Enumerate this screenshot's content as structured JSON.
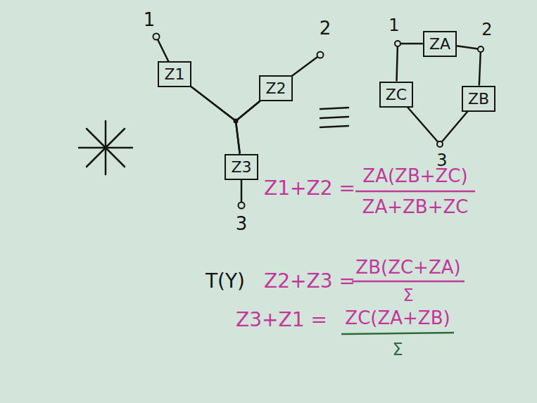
{
  "diagram": {
    "nodes": [
      {
        "text": [
          "Z1"
        ]
      },
      {
        "text": [
          "Z2"
        ]
      },
      {
        "text": [
          "Z3"
        ]
      },
      {
        "text": [
          "ZA"
        ]
      },
      {
        "text": [
          "ZC"
        ]
      },
      {
        "text": [
          "ZB"
        ]
      }
    ],
    "edges": [
      {
        "from": 0,
        "to": 1,
        "arrow": "none"
      },
      {
        "from": 1,
        "to": 2,
        "arrow": "none"
      },
      {
        "from": 2,
        "to": 0,
        "arrow": "none"
      },
      {
        "from": 3,
        "to": 4,
        "arrow": "none"
      },
      {
        "from": 3,
        "to": 5,
        "arrow": "none"
      },
      {
        "from": 4,
        "to": 5,
        "arrow": "none"
      }
    ],
    "labels": [
      "1",
      "2",
      "3",
      "T(Y)",
      "1",
      "2",
      "3",
      "Z1+Z2 =",
      "ZA(ZB+ZC)",
      "ZA+ZB+ZC",
      "Z2+Z3 =",
      "ZB(ZC+ZA)",
      "Σ",
      "Z3+Z1 =",
      "ZC(ZA+ZB)",
      "Σ"
    ]
  }
}
